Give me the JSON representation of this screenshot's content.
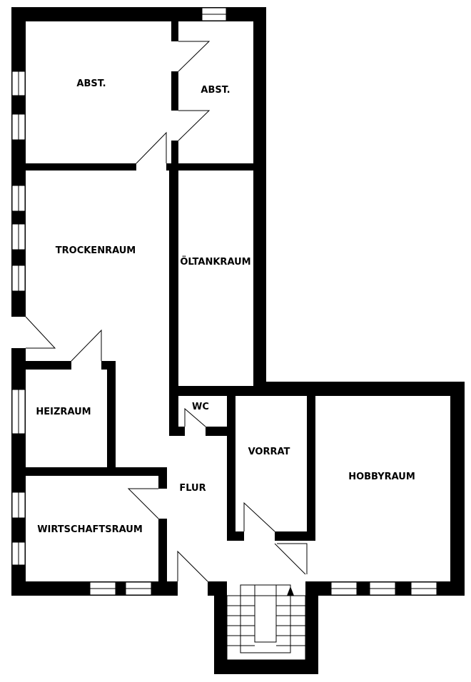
{
  "rooms": {
    "abst_1": "ABST.",
    "abst_2": "ABST.",
    "trockenraum": "TROCKENRAUM",
    "oeltankraum": "ÖLTANKRAUM",
    "heizraum": "HEIZRAUM",
    "wc": "WC",
    "vorrat": "VORRAT",
    "hobbyraum": "HOBBYRAUM",
    "flur": "FLUR",
    "wirtschaftsraum": "WIRTSCHAFTSRAUM"
  },
  "colors": {
    "wall": "#000000",
    "background": "#ffffff"
  },
  "icons": {
    "stair_direction": "arrow-up-icon"
  }
}
